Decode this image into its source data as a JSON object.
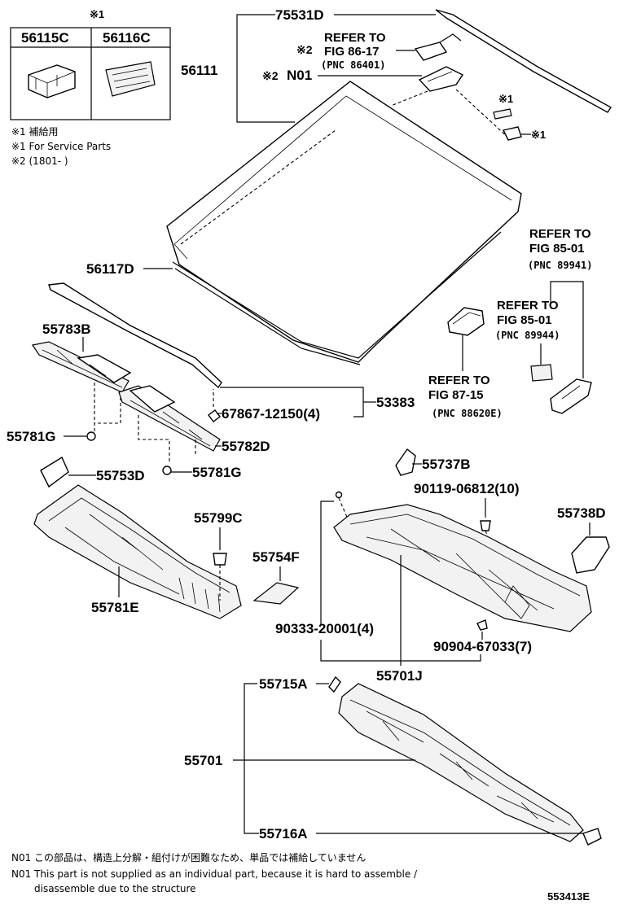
{
  "service_marker_top": "※1",
  "box": {
    "left_part": "56115C",
    "right_part": "56116C"
  },
  "notes": {
    "service_jp": "※1 補給用",
    "service_en": "※1 For Service Parts",
    "range": "※2 (1801-       )"
  },
  "parts": {
    "p75531D": "75531D",
    "p56111": "56111",
    "pN01": "N01",
    "mark2_a": "※2",
    "mark2_b": "※2",
    "p56117D": "56117D",
    "p55783B": "55783B",
    "p53383": "53383",
    "p67867": "67867-12150(4)",
    "p55781G_a": "55781G",
    "p55782D": "55782D",
    "p55753D": "55753D",
    "p55781G_b": "55781G",
    "p55799C": "55799C",
    "p55754F": "55754F",
    "p55781E": "55781E",
    "p55737B": "55737B",
    "p90119": "90119-06812(10)",
    "p55738D": "55738D",
    "p90333": "90333-20001(4)",
    "p90904": "90904-67033(7)",
    "p55701J": "55701J",
    "p55715A": "55715A",
    "p55701": "55701",
    "p55716A": "55716A",
    "mark1_small_a": "※1",
    "mark1_small_b": "※1"
  },
  "refs": {
    "r1_line1": "REFER TO",
    "r1_line2": "FIG 86-17",
    "r1_pnc": "(PNC 86401)",
    "r2_line1": "REFER TO",
    "r2_line2": "FIG 85-01",
    "r2_pnc": "(PNC 89941)",
    "r3_line1": "REFER TO",
    "r3_line2": "FIG 85-01",
    "r3_pnc": "(PNC 89944)",
    "r4_line1": "REFER TO",
    "r4_line2": "FIG 87-15",
    "r4_pnc": "(PNC 88620E)"
  },
  "footer": {
    "n01_jp": "N01 この部品は、構造上分解・組付けが困難なため、単品では補給していません",
    "n01_en_1": "N01 This part is not supplied as an individual part, because it is hard to assemble /",
    "n01_en_2": "disassemble due to the structure",
    "code": "553413E"
  }
}
